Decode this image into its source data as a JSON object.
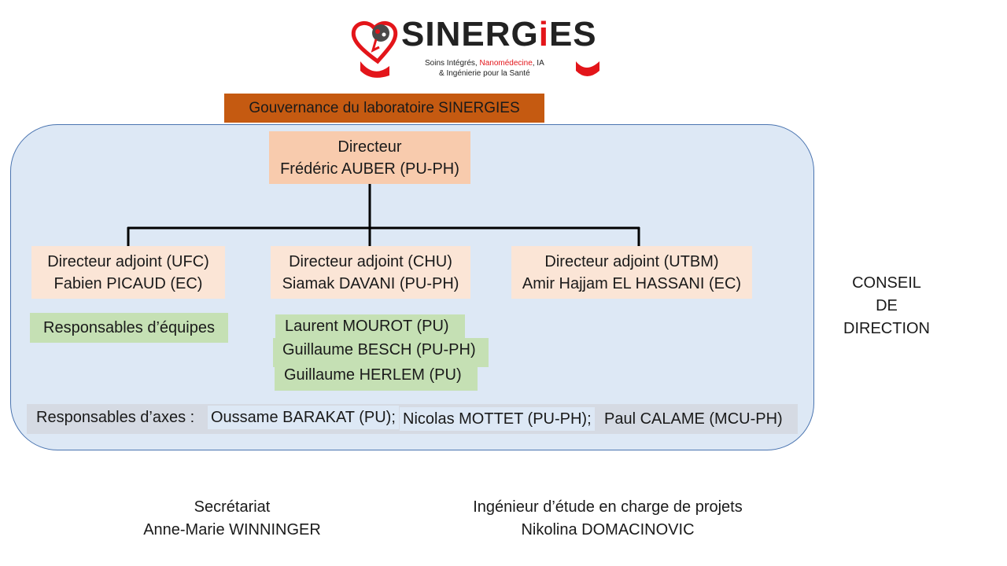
{
  "logo": {
    "word_prefix": "SIN",
    "word_mid": "ERG",
    "word_i": "i",
    "word_suffix": "ES",
    "tagline_1a": "Soins Intégrés, ",
    "tagline_1b": "Nanomédecine",
    "tagline_1c": ", IA",
    "tagline_2": "& Ingénierie pour la Santé"
  },
  "banner": {
    "title": "Gouvernance du laboratoire SINERGIES"
  },
  "director": {
    "role": "Directeur",
    "name": "Frédéric AUBER (PU-PH)"
  },
  "deputies": [
    {
      "role": "Directeur adjoint (UFC)",
      "name": "Fabien PICAUD (EC)"
    },
    {
      "role": "Directeur adjoint (CHU)",
      "name": "Siamak DAVANI (PU-PH)"
    },
    {
      "role": "Directeur adjoint (UTBM)",
      "name": "Amir Hajjam EL HASSANI (EC)"
    }
  ],
  "team_leaders": {
    "label": "Responsables d’équipes",
    "names": [
      "Laurent MOUROT (PU)",
      "Guillaume BESCH (PU-PH)",
      "Guillaume HERLEM (PU)"
    ]
  },
  "axes": {
    "label": "Responsables d’axes :",
    "names": [
      "Oussame BARAKAT (PU);",
      "Nicolas MOTTET (PU-PH);",
      "Paul CALAME (MCU-PH)"
    ]
  },
  "council": {
    "line1": "CONSEIL",
    "line2": "DE",
    "line3": "DIRECTION"
  },
  "secretariat": {
    "role": "Secrétariat",
    "name": "Anne-Marie WINNINGER"
  },
  "engineer": {
    "role": "Ingénieur d’étude en charge de projets",
    "name": "Nikolina DOMACINOVIC"
  },
  "colors": {
    "banner": "#c55a11",
    "panel": "#dde8f5",
    "director_box": "#f8cbad",
    "deputy_box": "#fbe5d6",
    "team_box": "#c5e0b4",
    "logo_red": "#e3151a"
  }
}
